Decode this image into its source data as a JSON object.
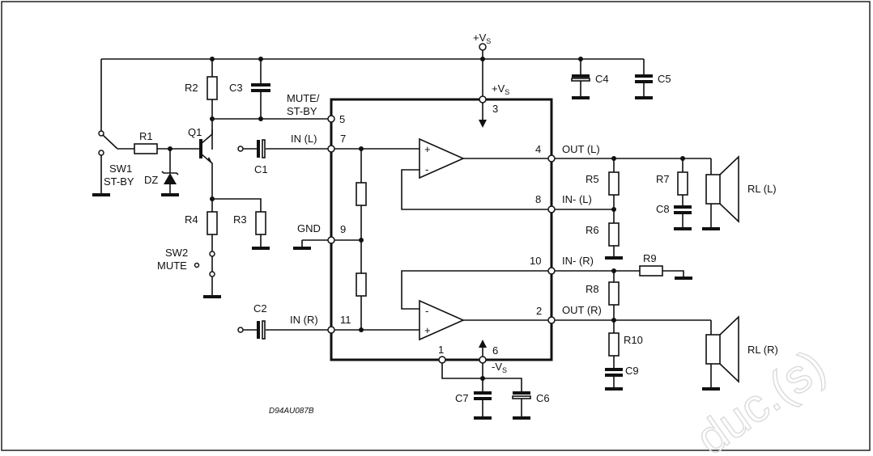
{
  "diagram": {
    "code": "D94AU087B",
    "watermark": "duc.(s)",
    "supply": {
      "vs_top": "+V",
      "vs_top_sub": "S",
      "vs_pin": "+V",
      "vs_pin_sub": "S",
      "neg": "-V",
      "neg_sub": "S"
    },
    "pins": {
      "p1": "1",
      "p2": "2",
      "p3": "3",
      "p4": "4",
      "p5": "5",
      "p6": "6",
      "p7": "7",
      "p8": "8",
      "p9": "9",
      "p10": "10",
      "p11": "11"
    },
    "labels": {
      "mute_stby_1": "MUTE/",
      "mute_stby_2": "ST-BY",
      "in_l": "IN (L)",
      "in_r": "IN (R)",
      "gnd": "GND",
      "out_l": "OUT (L)",
      "out_r": "OUT (R)",
      "inm_l": "IN- (L)",
      "inm_r": "IN- (R)",
      "sw1_1": "SW1",
      "sw1_2": "ST-BY",
      "sw2_1": "SW2",
      "sw2_2": "MUTE",
      "rl_l": "RL (L)",
      "rl_r": "RL (R)"
    },
    "components": {
      "r1": "R1",
      "r2": "R2",
      "r3": "R3",
      "r4": "R4",
      "r5": "R5",
      "r6": "R6",
      "r7": "R7",
      "r8": "R8",
      "r9": "R9",
      "r10": "R10",
      "c1": "C1",
      "c2": "C2",
      "c3": "C3",
      "c4": "C4",
      "c5": "C5",
      "c6": "C6",
      "c7": "C7",
      "c8": "C8",
      "c9": "C9",
      "q1": "Q1",
      "dz": "DZ"
    },
    "opamp_signs": {
      "plus": "+",
      "minus": "-"
    }
  }
}
